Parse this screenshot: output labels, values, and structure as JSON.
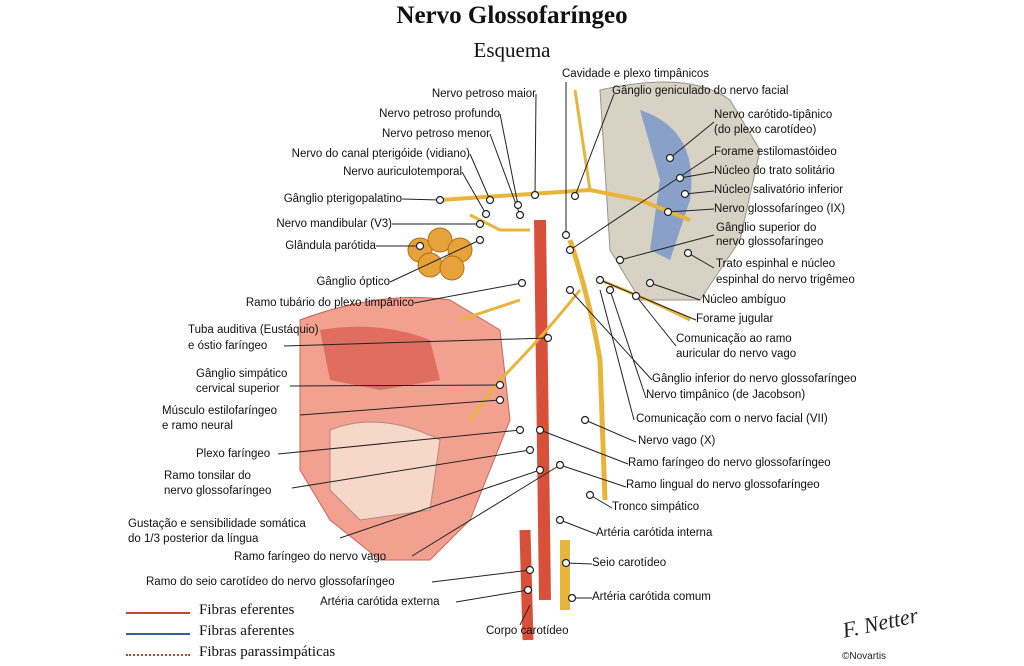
{
  "title": "Nervo Glossofaríngeo",
  "subtitle": "Esquema",
  "labels_left": [
    "Nervo petroso maior",
    "Nervo petroso profundo",
    "Nervo petroso menor",
    "Nervo do canal pterigóide (vidiano)",
    "Nervo auriculotemporal",
    "Gânglio pterigopalatino",
    "Nervo mandibular (V3)",
    "Glândula parótida",
    "Gânglio óptico",
    "Ramo tubário do plexo timpânico",
    "Tuba auditiva (Eustáquio)",
    "e óstio faríngeo",
    "Gânglio simpático",
    "cervical superior",
    "Músculo estilofaríngeo",
    "e ramo neural",
    "Plexo faríngeo",
    "Ramo tonsilar do",
    "nervo glossofaríngeo",
    "Gustação e sensibilidade somática",
    "do 1/3 posterior da língua",
    "Ramo faríngeo do nervo vago",
    "Ramo do seio carotídeo do nervo glossofaríngeo",
    "Artéria carótida externa",
    "Corpo carotídeo"
  ],
  "labels_right": [
    "Cavidade e plexo timpânicos",
    "Gânglio geniculado do nervo facial",
    "Nervo carótido-tipânico",
    "(do plexo carotídeo)",
    "Forame estilomastóideo",
    "Núcleo do trato solitário",
    "Núcleo salivatório inferior",
    "Nervo glossofaríngeo (IX)",
    "Gânglio superior do",
    "nervo glossofaríngeo",
    "Trato espinhal e núcleo",
    "espinhal do nervo trigêmeo",
    "Núcleo ambíguo",
    "Forame jugular",
    "Comunicação ao ramo",
    "auricular do nervo vago",
    "Gânglio inferior do nervo glossofaríngeo",
    "Nervo timpânico (de Jacobson)",
    "Comunicação com o nervo facial (VII)",
    "Nervo vago (X)",
    "Ramo faríngeo do nervo glossofaríngeo",
    "Ramo lingual do nervo glossofaríngeo",
    "Tronco simpático",
    "Artéria carótida interna",
    "Seio carotídeo",
    "Artéria carótida comum"
  ],
  "legend": [
    {
      "label": "Fibras eferentes",
      "color": "#c8452f",
      "style": "solid"
    },
    {
      "label": "Fibras aferentes",
      "color": "#3b5b9a",
      "style": "solid"
    },
    {
      "label": "Fibras parassimpáticas",
      "color": "#c8452f",
      "style": "dotted"
    }
  ],
  "signature": "F. Netter",
  "copyright": "©Novartis",
  "colors": {
    "nerve": "#e8b43a",
    "artery": "#d9503a",
    "tissue": "#f2a090",
    "bone": "#d8d2c4",
    "afferent": "#3b5b9a"
  }
}
